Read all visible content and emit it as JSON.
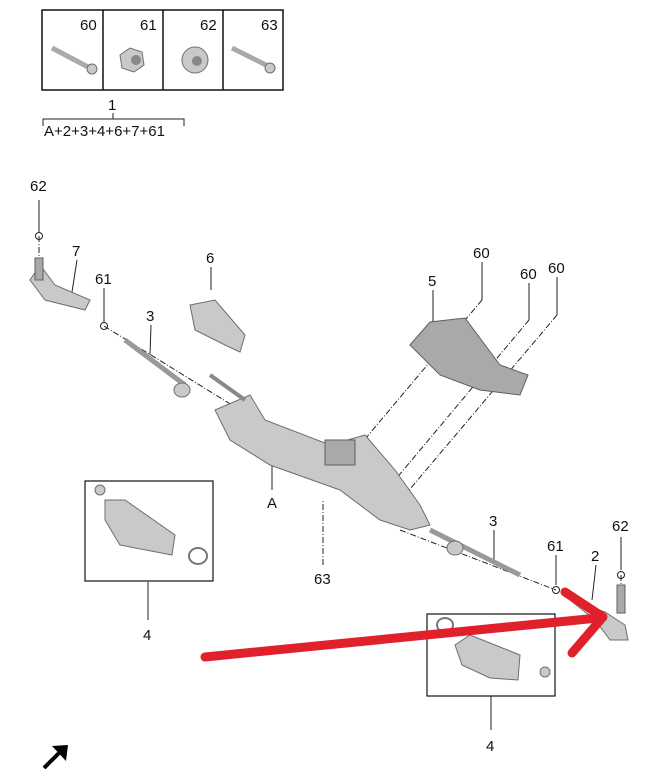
{
  "kit_box": {
    "cells": [
      "60",
      "61",
      "62",
      "63"
    ],
    "assembly_number": "1",
    "assembly_contents": "A+2+3+4+6+7+61"
  },
  "callouts": {
    "nut_left": "62",
    "tie_rod_end_left": "7",
    "jam_nut_left": "61",
    "tie_rod_left": "3",
    "part_6": "6",
    "heat_shield": "5",
    "bolt_a": "60",
    "bolt_b": "60",
    "bolt_c": "60",
    "rack": "A",
    "bolt_bottom": "63",
    "tie_rod_right": "3",
    "jam_nut_right": "61",
    "tie_rod_end_right": "2",
    "nut_right": "62",
    "boot_kit_left": "4",
    "boot_kit_right": "4"
  },
  "colors": {
    "highlight_arrow": "#e0202a",
    "line": "#222222"
  }
}
